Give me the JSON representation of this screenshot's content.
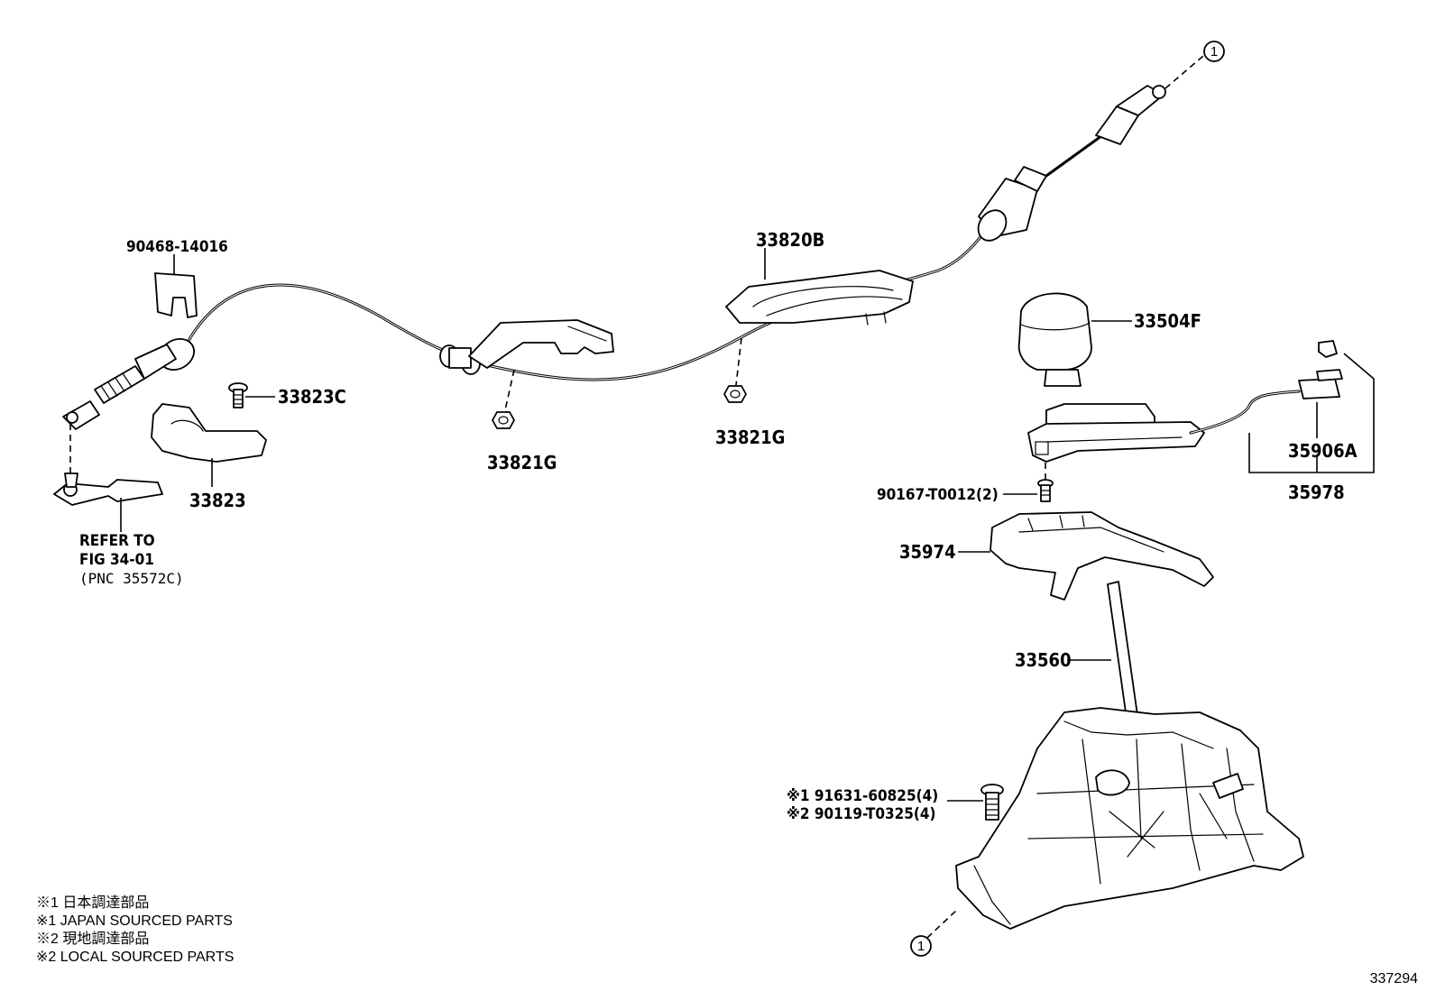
{
  "labels": {
    "p90468": "90468-14016",
    "p33823C": "33823C",
    "p33823": "33823",
    "p33821G_a": "33821G",
    "p33821G_b": "33821G",
    "p33820B": "33820B",
    "p33504F": "33504F",
    "p35906A": "35906A",
    "p35978": "35978",
    "p90167": "90167-T0012(2)",
    "p35974": "35974",
    "p33560": "33560",
    "p91631": "※1 91631-60825(4)",
    "p90119": "※2 90119-T0325(4)"
  },
  "refer": {
    "line1": "REFER TO",
    "line2": "FIG 34-01",
    "line3": "(PNC 35572C)"
  },
  "connector": {
    "top": "1",
    "bottom": "1"
  },
  "notes": [
    "※1  日本調達部品",
    "※1  JAPAN SOURCED PARTS",
    "※2  現地調達部品",
    "※2  LOCAL SOURCED PARTS"
  ],
  "figure_number": "337294"
}
